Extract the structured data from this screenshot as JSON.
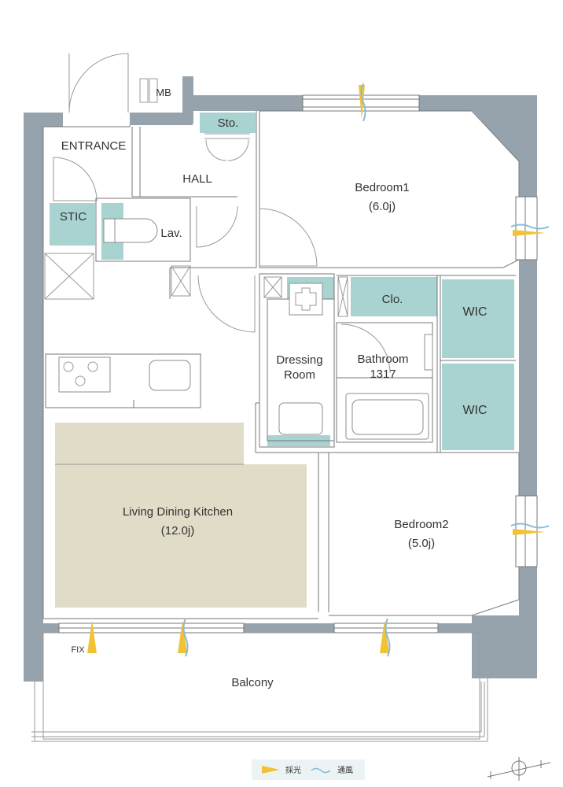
{
  "colors": {
    "wall": "#97a3ac",
    "storage": "#a9d3d0",
    "ldk_floor": "#e0dcc7",
    "light_arrow": "#f3c234",
    "wind_arrow": "#8bbad9",
    "legend_bg": "#ecf3f4"
  },
  "rooms": {
    "mb": "MB",
    "entrance": "ENTRANCE",
    "hall": "HALL",
    "sto": "Sto.",
    "stic": "STIC",
    "lav": "Lav.",
    "bedroom1_name": "Bedroom1",
    "bedroom1_size": "(6.0j)",
    "clo": "Clo.",
    "wic_upper": "WIC",
    "wic_lower": "WIC",
    "dressing_line1": "Dressing",
    "dressing_line2": "Room",
    "bathroom_line1": "Bathroom",
    "bathroom_line2": "1317",
    "ldk_name": "Living Dining Kitchen",
    "ldk_size": "(12.0j)",
    "bedroom2_name": "Bedroom2",
    "bedroom2_size": "(5.0j)",
    "fix": "FIX",
    "balcony": "Balcony"
  },
  "legend": {
    "light_label": "採光",
    "wind_label": "通風",
    "light_icon": "light-arrow-icon",
    "wind_icon": "wind-arrow-icon"
  },
  "compass_icon": "north-compass-icon"
}
